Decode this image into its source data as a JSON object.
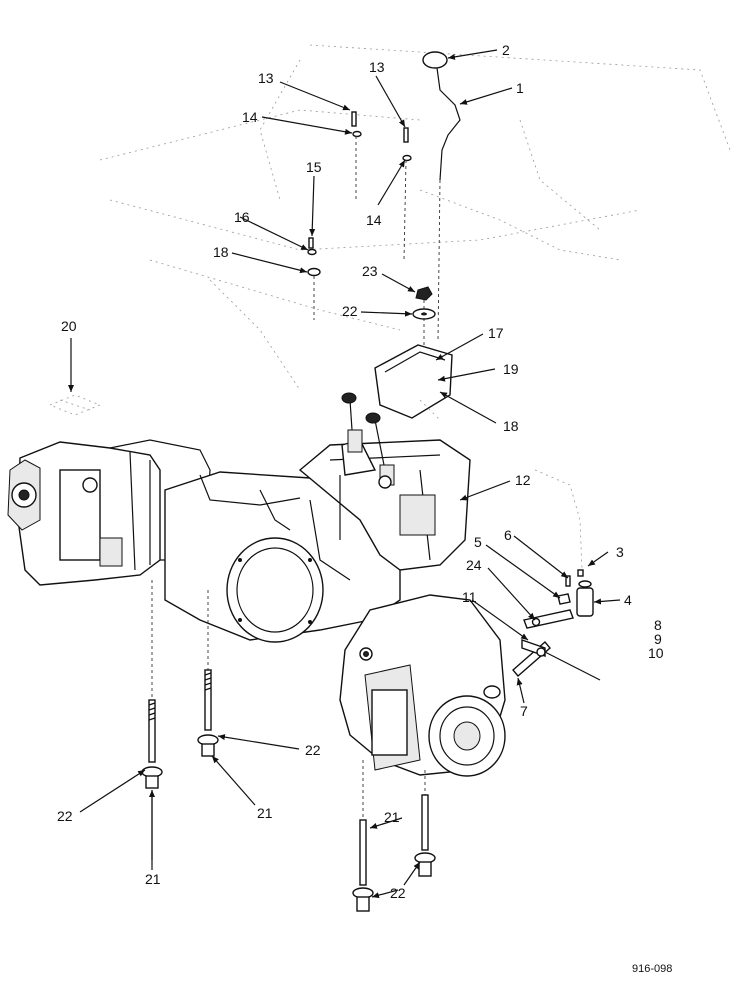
{
  "drawing": {
    "reference": "916-098",
    "callouts": {
      "c1": "1",
      "c2": "2",
      "c3": "3",
      "c4": "4",
      "c5": "5",
      "c6": "6",
      "c7": "7",
      "c8": "8",
      "c9": "9",
      "c10": "10",
      "c11": "11",
      "c12": "12",
      "c13a": "13",
      "c13b": "13",
      "c14a": "14",
      "c14b": "14",
      "c15": "15",
      "c16": "16",
      "c17": "17",
      "c18a": "18",
      "c18b": "18",
      "c19": "19",
      "c20": "20",
      "c21a": "21",
      "c21b": "21",
      "c21c": "21",
      "c22a": "22",
      "c22b": "22",
      "c22c": "22",
      "c22d": "22",
      "c23": "23",
      "c24": "24"
    }
  }
}
